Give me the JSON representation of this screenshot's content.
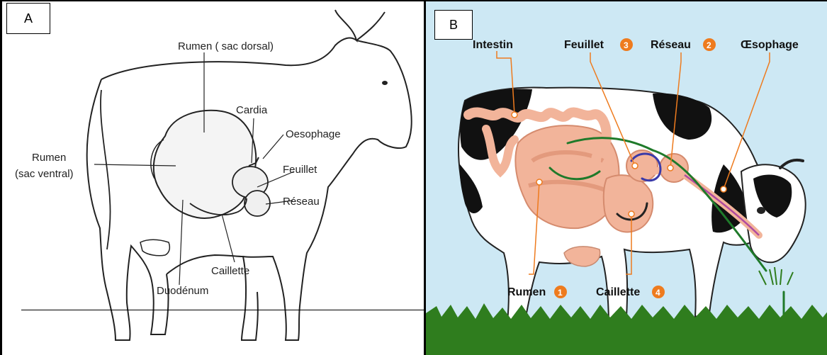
{
  "panel_a": {
    "letter": "A",
    "labels": {
      "rumen_dorsal": "Rumen ( sac dorsal)",
      "cardia": "Cardia",
      "oesophage": "Oesophage",
      "rumen_ventral_1": "Rumen",
      "rumen_ventral_2": "(sac ventral)",
      "feuillet": "Feuillet",
      "reseau": "Réseau",
      "caillette": "Caillette",
      "duodenum": "Duodénum"
    }
  },
  "panel_b": {
    "letter": "B",
    "labels": {
      "intestin": "Intestin",
      "feuillet": "Feuillet",
      "feuillet_num": "3",
      "reseau": "Réseau",
      "reseau_num": "2",
      "oesophage": "Œsophage",
      "rumen": "Rumen",
      "rumen_num": "1",
      "caillette": "Caillette",
      "caillette_num": "4"
    },
    "colors": {
      "sky": "#cde8f4",
      "grass": "#2f7d1e",
      "organ": "#f2b49a",
      "accent": "#ee7b1e",
      "arrow_green": "#1f7a2a",
      "arrow_blue": "#3a3aa8"
    }
  }
}
